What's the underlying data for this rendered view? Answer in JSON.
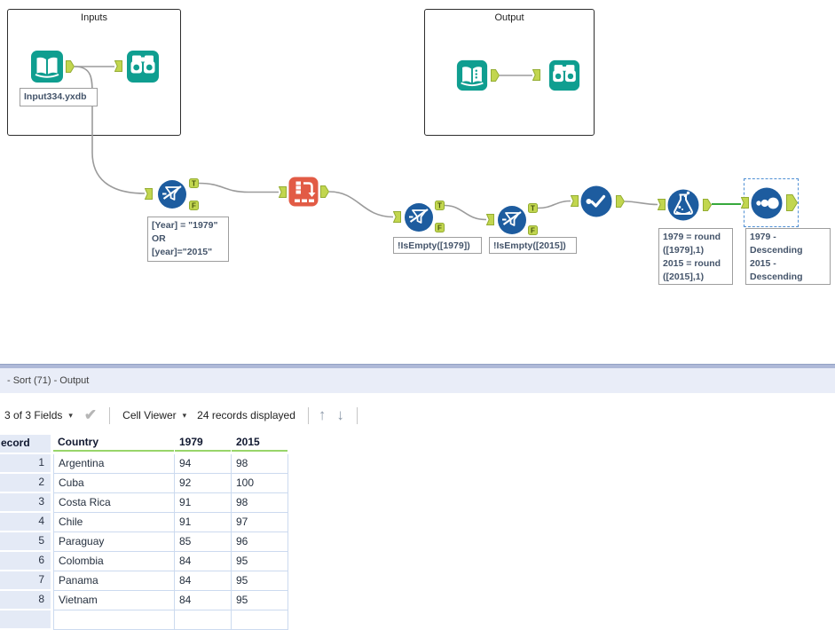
{
  "colors": {
    "tool_teal": "#0f9e90",
    "tool_blue": "#1d5c9f",
    "crosstab_red": "#e25b45",
    "anchor_green": "#c2d64f",
    "anchor_border": "#94ad33",
    "wire_grey": "#9b9b9b",
    "wire_green_selected": "#37a93c",
    "selection_dash_blue": "#4f8fd4",
    "panel_header_bg": "#e9edf8",
    "grid_border": "#ccdaef",
    "record_col_bg": "#e4eaf6",
    "header_underline_green": "#98d56a"
  },
  "canvas": {
    "containers": [
      {
        "label": "Inputs"
      },
      {
        "label": "Output"
      }
    ],
    "anchor_labels": {
      "t": "T",
      "f": "F"
    },
    "annotations": {
      "input_file": "Input334.yxdb",
      "filter1": "[Year] = \"1979\"\nOR\n[year]=\"2015\"",
      "filter2": "!IsEmpty([1979])",
      "filter3": "!IsEmpty([2015])",
      "formula": "1979 = round\n([1979],1)\n2015 = round\n([2015],1)",
      "sort": "1979 -\nDescending\n2015 -\nDescending"
    }
  },
  "results_panel": {
    "title": "- Sort (71) - Output",
    "toolbar": {
      "fields": "3 of 3 Fields",
      "cell_viewer": "Cell Viewer",
      "records": "24 records displayed"
    },
    "icons": {
      "caret": "▾",
      "check": "✔",
      "up_arrow": "↑",
      "down_arrow": "↓"
    },
    "table": {
      "headers": {
        "record": "ecord",
        "country": "Country",
        "y1979": "1979",
        "y2015": "2015"
      },
      "rows": [
        {
          "num": "1",
          "country": "Argentina",
          "y1979": "94",
          "y2015": "98"
        },
        {
          "num": "2",
          "country": "Cuba",
          "y1979": "92",
          "y2015": "100"
        },
        {
          "num": "3",
          "country": "Costa Rica",
          "y1979": "91",
          "y2015": "98"
        },
        {
          "num": "4",
          "country": "Chile",
          "y1979": "91",
          "y2015": "97"
        },
        {
          "num": "5",
          "country": "Paraguay",
          "y1979": "85",
          "y2015": "96"
        },
        {
          "num": "6",
          "country": "Colombia",
          "y1979": "84",
          "y2015": "95"
        },
        {
          "num": "7",
          "country": "Panama",
          "y1979": "84",
          "y2015": "95"
        },
        {
          "num": "8",
          "country": "Vietnam",
          "y1979": "84",
          "y2015": "95"
        },
        {
          "num": "",
          "country": "",
          "y1979": "",
          "y2015": ""
        }
      ]
    }
  }
}
